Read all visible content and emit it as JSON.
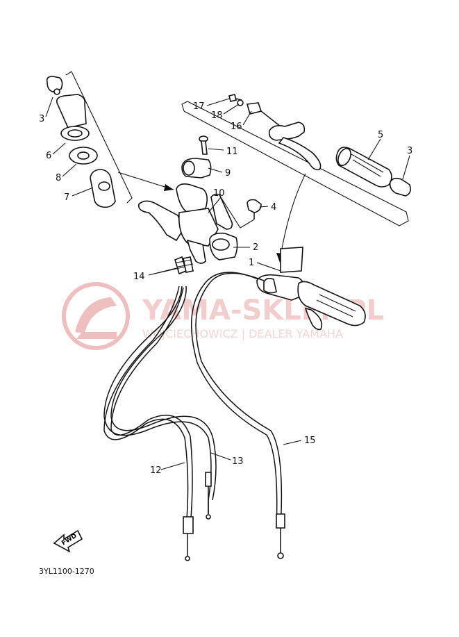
{
  "watermark": {
    "title": "YAMA-SKLEP.PL",
    "subtitle": "WOJCIECHOWICZ | DEALER YAMAHA",
    "color": "#e8a3a3"
  },
  "fwd_label": "FWD",
  "diagram_code": "3YL1100-1270",
  "callouts": {
    "c1": "1",
    "c2": "2",
    "c3a": "3",
    "c3b": "3",
    "c4": "4",
    "c5": "5",
    "c6": "6",
    "c7": "7",
    "c8": "8",
    "c9": "9",
    "c10": "10",
    "c11": "11",
    "c12": "12",
    "c13": "13",
    "c14": "14",
    "c15": "15",
    "c16": "16",
    "c17": "17",
    "c18": "18"
  }
}
